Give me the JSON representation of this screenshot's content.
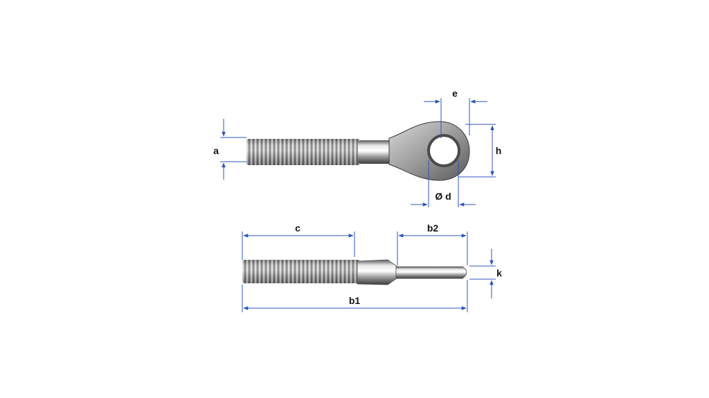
{
  "colors": {
    "dimension_line": "#2b55b8",
    "steel_light": "#f2f2f2",
    "steel_mid": "#a8a8a8",
    "steel_dark": "#4a4a4a",
    "label": "#111111"
  },
  "labels": {
    "a": "a",
    "e": "e",
    "h": "h",
    "d": "Ø d",
    "c": "c",
    "b2": "b2",
    "b1": "b1",
    "k": "k"
  }
}
